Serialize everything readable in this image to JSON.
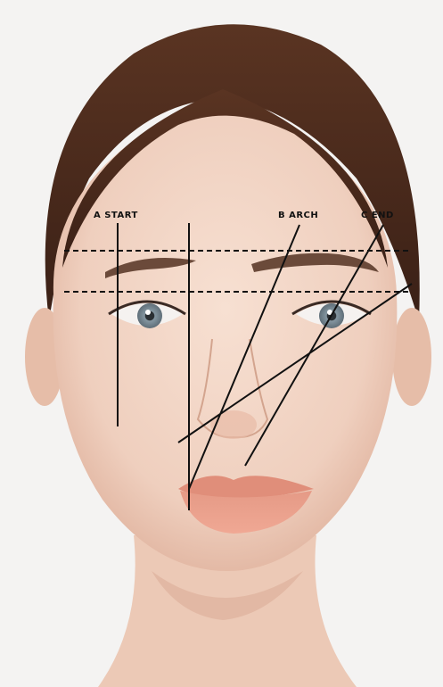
{
  "labels": {
    "start": "A START",
    "arch": "B ARCH",
    "end": "C END"
  },
  "colors": {
    "background": "#f4f3f2",
    "skin": "#f2d6c6",
    "skin_shadow": "#e2b49f",
    "hair": "#4a2a1a",
    "brow": "#6b4a3a",
    "iris": "#7b8a94",
    "lips": "#e89a86",
    "guide_line": "#111111"
  },
  "guides": {
    "horizontal_lines": 2,
    "horizontal_style": "dashed",
    "vertical_lines": 2,
    "diagonal_lines": 3
  }
}
